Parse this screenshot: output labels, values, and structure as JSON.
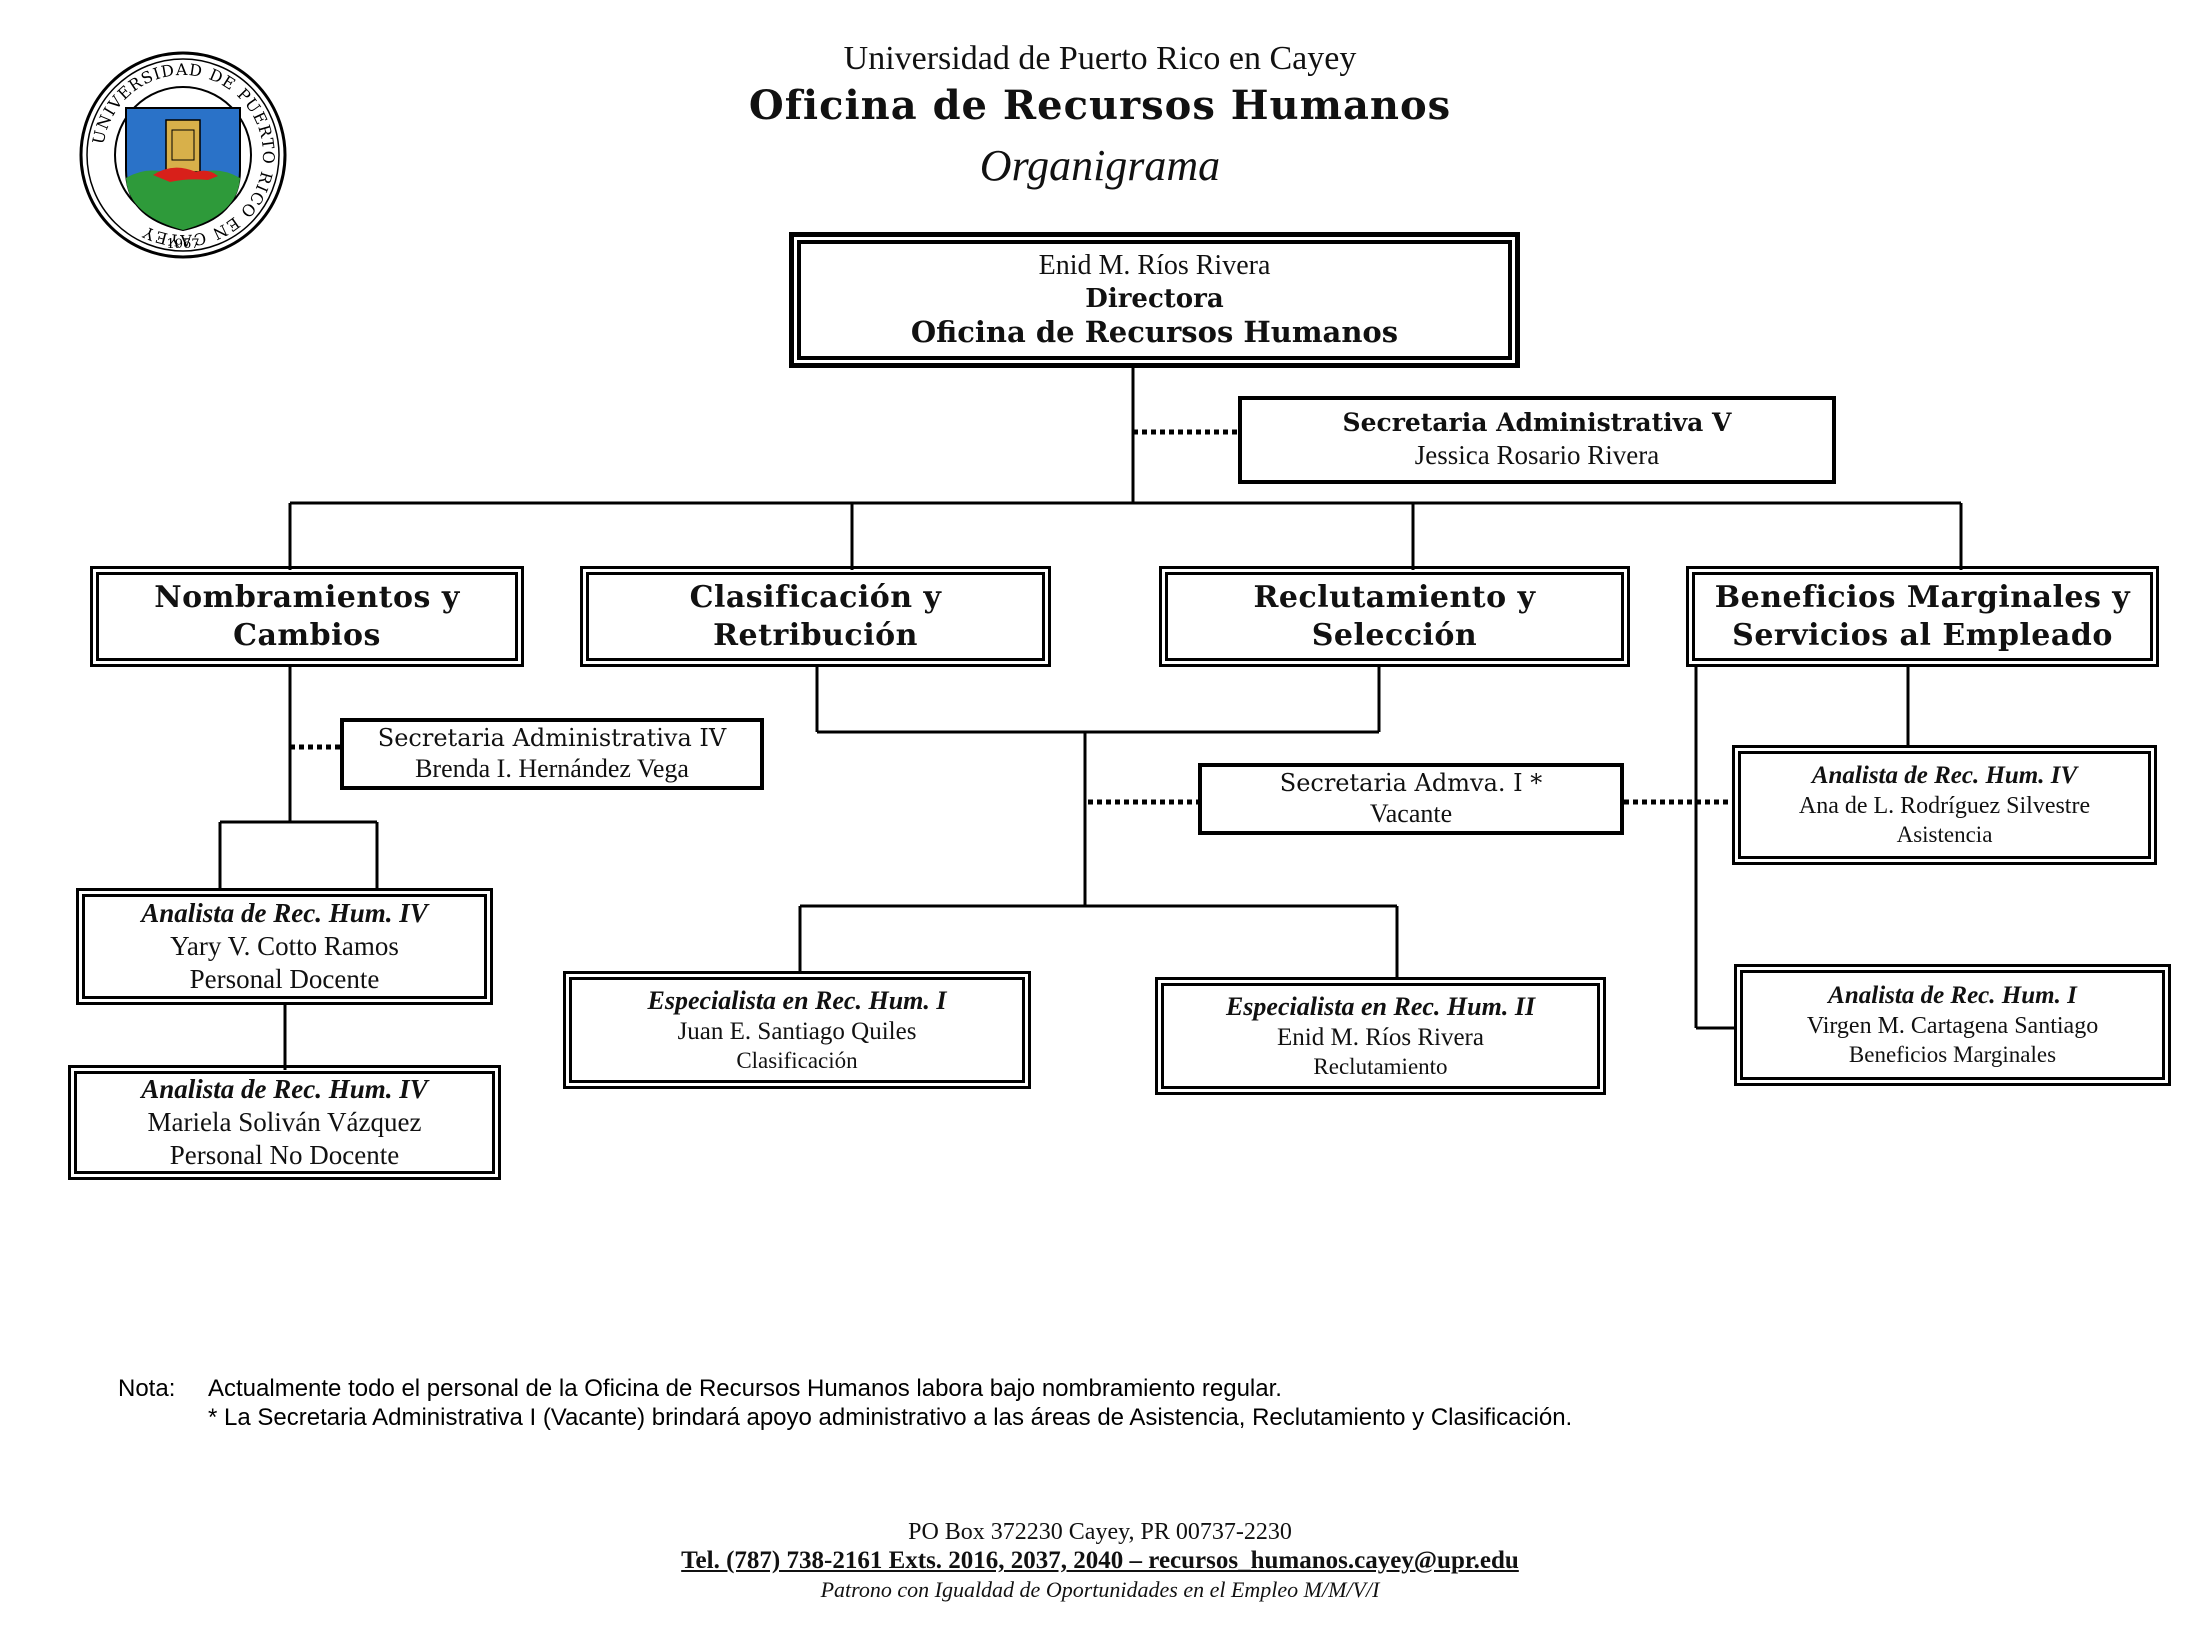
{
  "header": {
    "university": "Universidad de Puerto Rico en Cayey",
    "office": "Oficina de Recursos Humanos",
    "doc_title": "Organigrama"
  },
  "seal": {
    "ring_text": "UNIVERSIDAD DE PUERTO RICO EN CAYEY",
    "year": "1967"
  },
  "director": {
    "name": "Enid M. Ríos Rivera",
    "role": "Directora",
    "office": "Oficina de Recursos Humanos"
  },
  "secretary_v": {
    "title": "Secretaria Administrativa V",
    "name": "Jessica Rosario Rivera"
  },
  "departments": [
    {
      "line1": "Nombramientos y",
      "line2": "Cambios"
    },
    {
      "line1": "Clasificación y",
      "line2": "Retribución"
    },
    {
      "line1": "Reclutamiento y",
      "line2": "Selección"
    },
    {
      "line1": "Beneficios Marginales y",
      "line2": "Servicios al Empleado"
    }
  ],
  "secretary_iv": {
    "title": "Secretaria Administrativa IV",
    "name": "Brenda I. Hernández Vega"
  },
  "secretary_i": {
    "title": "Secretaria Admva. I *",
    "name": "Vacante"
  },
  "staff": {
    "analista_docente": {
      "title": "Analista de Rec. Hum. IV",
      "name": "Yary V. Cotto Ramos",
      "area": "Personal Docente"
    },
    "analista_no_docente": {
      "title": "Analista de Rec. Hum. IV",
      "name": "Mariela Soliván Vázquez",
      "area": "Personal No Docente"
    },
    "especialista_i": {
      "title": "Especialista en Rec. Hum. I",
      "name": "Juan E. Santiago Quiles",
      "area": "Clasificación"
    },
    "especialista_ii": {
      "title": "Especialista en Rec. Hum. II",
      "name": "Enid M. Ríos Rivera",
      "area": "Reclutamiento"
    },
    "analista_asistencia": {
      "title": "Analista de Rec. Hum. IV",
      "name": "Ana de L. Rodríguez Silvestre",
      "area": "Asistencia"
    },
    "analista_beneficios": {
      "title": "Analista de Rec. Hum. I",
      "name": "Virgen M. Cartagena Santiago",
      "area": "Beneficios Marginales"
    }
  },
  "note": {
    "label": "Nota:",
    "line1": "Actualmente todo el personal de la Oficina de Recursos Humanos labora bajo nombramiento regular.",
    "line2": "* La Secretaria Administrativa I (Vacante) brindará apoyo administrativo a las áreas de Asistencia, Reclutamiento y Clasificación."
  },
  "footer": {
    "address": "PO Box 372230  Cayey, PR 00737-2230",
    "contact": "Tel. (787) 738-2161 Exts. 2016, 2037, 2040 – recursos_humanos.cayey@upr.edu",
    "equal_opportunity": "Patrono con Igualdad de Oportunidades en el Empleo M/M/V/I"
  }
}
